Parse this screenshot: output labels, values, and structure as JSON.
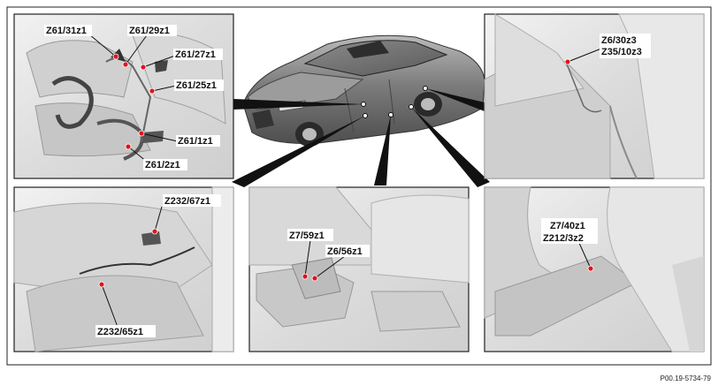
{
  "reference_code": "P00.19-5734-79",
  "panels": {
    "driver_seat": {
      "labels": [
        "Z61/31z1",
        "Z61/29z1",
        "Z61/27z1",
        "Z61/25z1",
        "Z61/1z1",
        "Z61/2z1"
      ]
    },
    "rear_pillar": {
      "labels": [
        "Z6/30z3",
        "Z35/10z3"
      ]
    },
    "passenger_seat": {
      "labels": [
        "Z232/67z1",
        "Z232/65z1"
      ]
    },
    "floor_center": {
      "labels": [
        "Z7/59z1",
        "Z6/56z1"
      ]
    },
    "rear_sill": {
      "labels": [
        "Z7/40z1",
        "Z212/3z2"
      ]
    }
  },
  "icons": {
    "vehicle": "car-overview-icon",
    "location_marker": "red-dot-marker-icon"
  },
  "colors": {
    "marker": "#e0121b",
    "frame": "#222222",
    "panel_bg": "#e4e4e4",
    "car_body": "#8a8a8a"
  }
}
